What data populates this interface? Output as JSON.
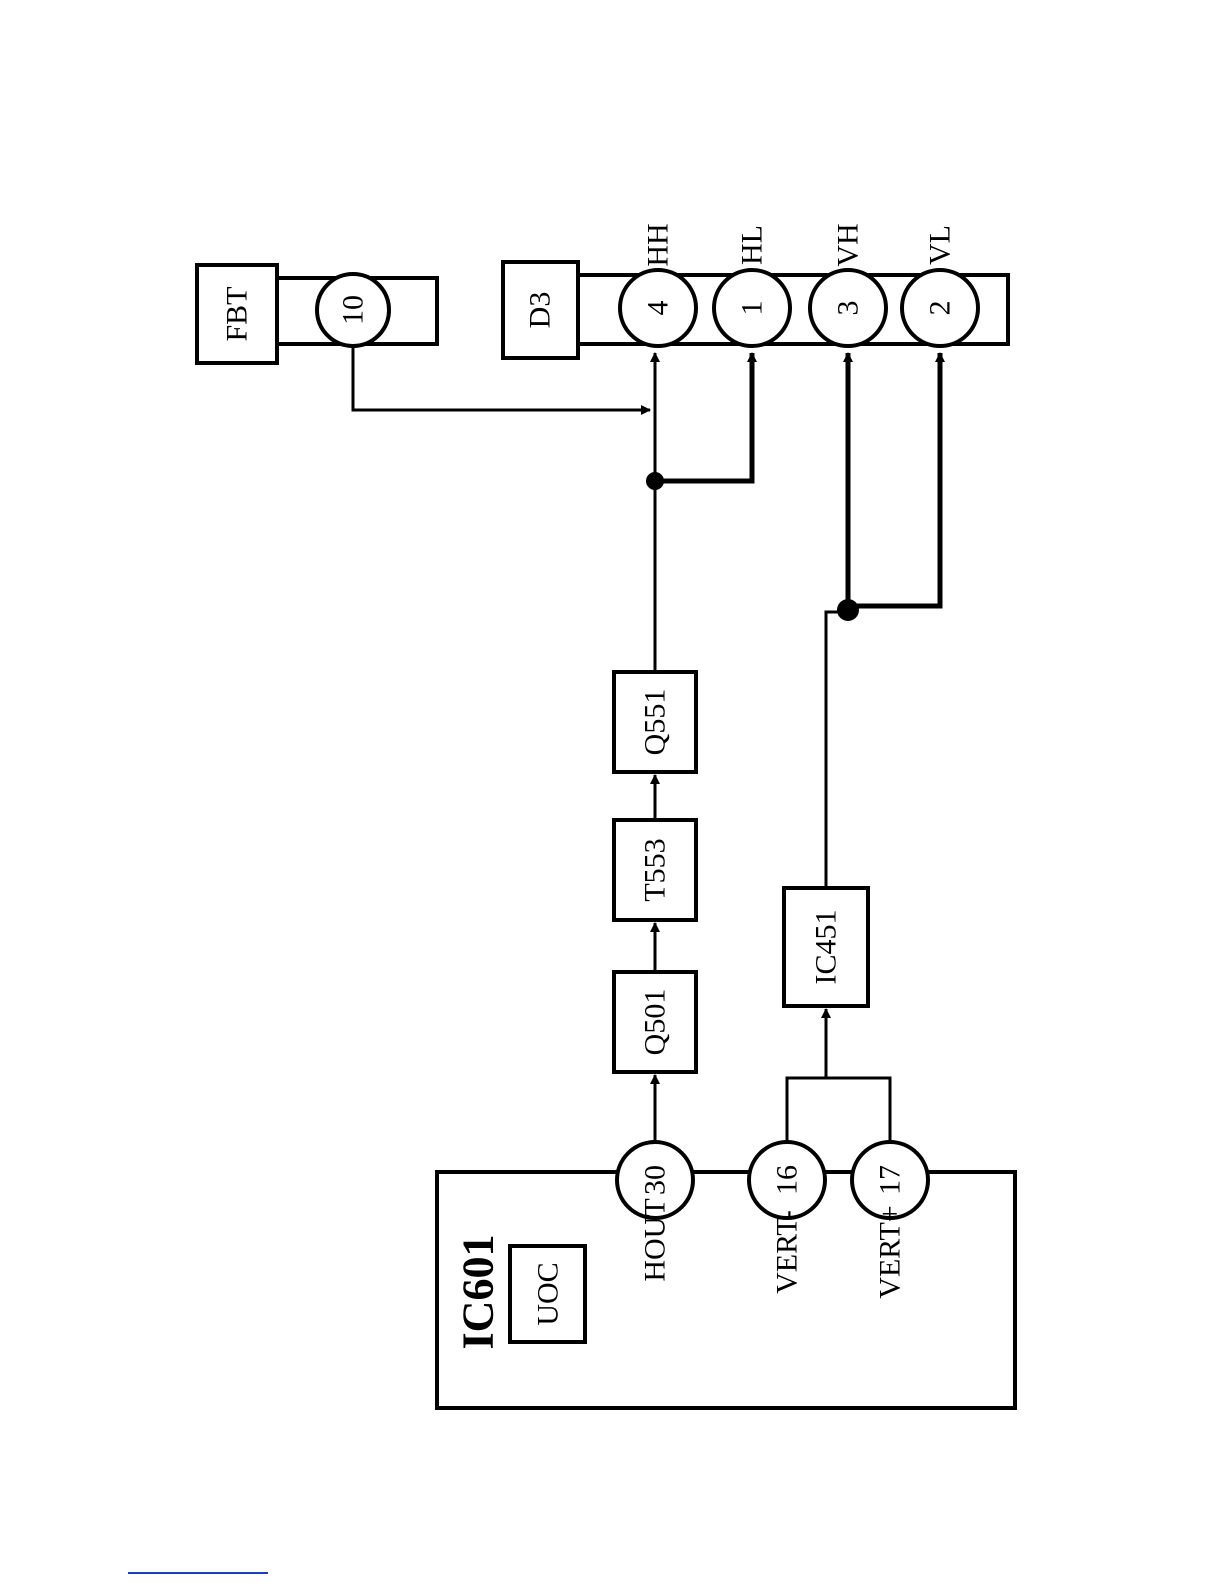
{
  "diagram": {
    "fbt": {
      "label": "FBT",
      "pin": "10"
    },
    "d3": {
      "label": "D3",
      "pins": [
        {
          "num": "4",
          "name": "HH"
        },
        {
          "num": "1",
          "name": "HL"
        },
        {
          "num": "3",
          "name": "VH"
        },
        {
          "num": "2",
          "name": "VL"
        }
      ]
    },
    "blocks": {
      "q551": "Q551",
      "t553": "T553",
      "q501": "Q501",
      "ic451": "IC451"
    },
    "ic601": {
      "title": "IC601",
      "sub": "UOC",
      "pins": [
        {
          "num": "30",
          "name": "HOUT"
        },
        {
          "num": "16",
          "name": "VERT-"
        },
        {
          "num": "17",
          "name": "VERT+"
        }
      ]
    }
  }
}
